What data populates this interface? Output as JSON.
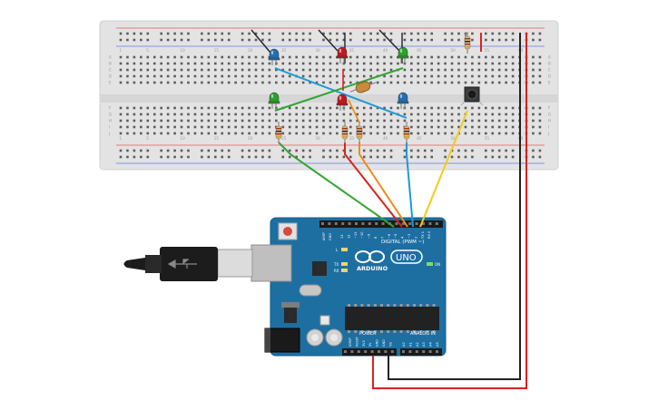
{
  "breadboard": {
    "column_numbers": [
      "1",
      "5",
      "10",
      "15",
      "20",
      "25",
      "30",
      "35",
      "40",
      "45",
      "50",
      "55",
      "60"
    ],
    "row_letters_top": [
      "A",
      "B",
      "C",
      "D",
      "E"
    ],
    "row_letters_bottom": [
      "F",
      "G",
      "H",
      "I",
      "J"
    ]
  },
  "arduino": {
    "logo_text": "ARDUINO",
    "model": "UNO",
    "digital_label": "DIGITAL (PWM ~)",
    "power_label": "POWER",
    "analog_label": "ANALOG IN",
    "on_label": "ON",
    "tx_label": "TX",
    "rx_label": "RX",
    "l_label": "L",
    "aref_label": "AREF",
    "gnd_label": "GND",
    "digital_pins": [
      "13",
      "12",
      "~11",
      "~10",
      "~9",
      "8",
      "7",
      "~6",
      "~5",
      "4",
      "~3",
      "2",
      "TX 1",
      "RX 0"
    ],
    "power_pins": [
      "IOREF",
      "RESET",
      "3V3",
      "5V",
      "GND",
      "GND",
      "Vin"
    ],
    "analog_pins": [
      "A0",
      "A1",
      "A2",
      "A3",
      "A4",
      "A5"
    ]
  },
  "components": {
    "leds": [
      {
        "color": "blue",
        "hex": "#1f6fb2"
      },
      {
        "color": "red",
        "hex": "#c0181e"
      },
      {
        "color": "green",
        "hex": "#2aa12a"
      },
      {
        "color": "green",
        "hex": "#2aa12a"
      },
      {
        "color": "red",
        "hex": "#c0181e"
      },
      {
        "color": "blue",
        "hex": "#1f6fb2"
      }
    ],
    "resistor_count": 5,
    "pushbutton_count": 1,
    "capacitor_count": 1
  },
  "wire_colors": {
    "green": "#33a532",
    "red": "#d8231f",
    "orange": "#ef8a12",
    "blue": "#1e9ad6",
    "yellow": "#f2cc17",
    "black": "#222222"
  }
}
